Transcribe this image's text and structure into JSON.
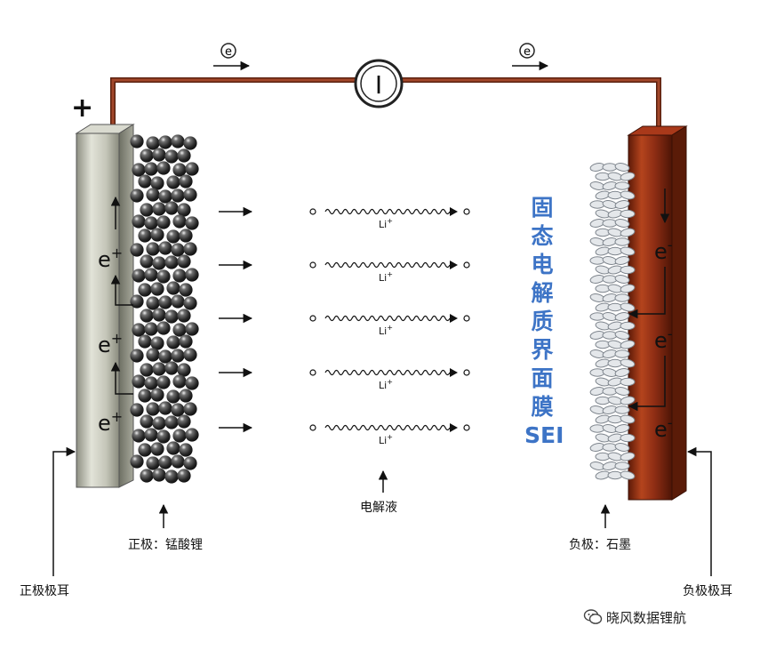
{
  "electron_symbol": "e",
  "meter_symbol": "I",
  "terminal_plus": "+",
  "ion_label": "Li",
  "ion_sup": "+",
  "hole_label": "e",
  "hole_sup": "+",
  "electron_label": "e",
  "electron_sup": "-",
  "sei_text": [
    "固",
    "态",
    "电",
    "解",
    "质",
    "界",
    "面",
    "膜",
    "SEI"
  ],
  "labels": {
    "cathode_tab": "正极极耳",
    "cathode": "正极：锰酸锂",
    "electrolyte": "电解液",
    "anode": "负极：石墨",
    "anode_tab": "负极极耳"
  },
  "watermark": "晓风数据锂航",
  "colors": {
    "wire": "#8a3a22",
    "sei_text": "#3d74c6",
    "cathode_plate": "#c9cabc",
    "anode_plate": "#8e2d14"
  }
}
